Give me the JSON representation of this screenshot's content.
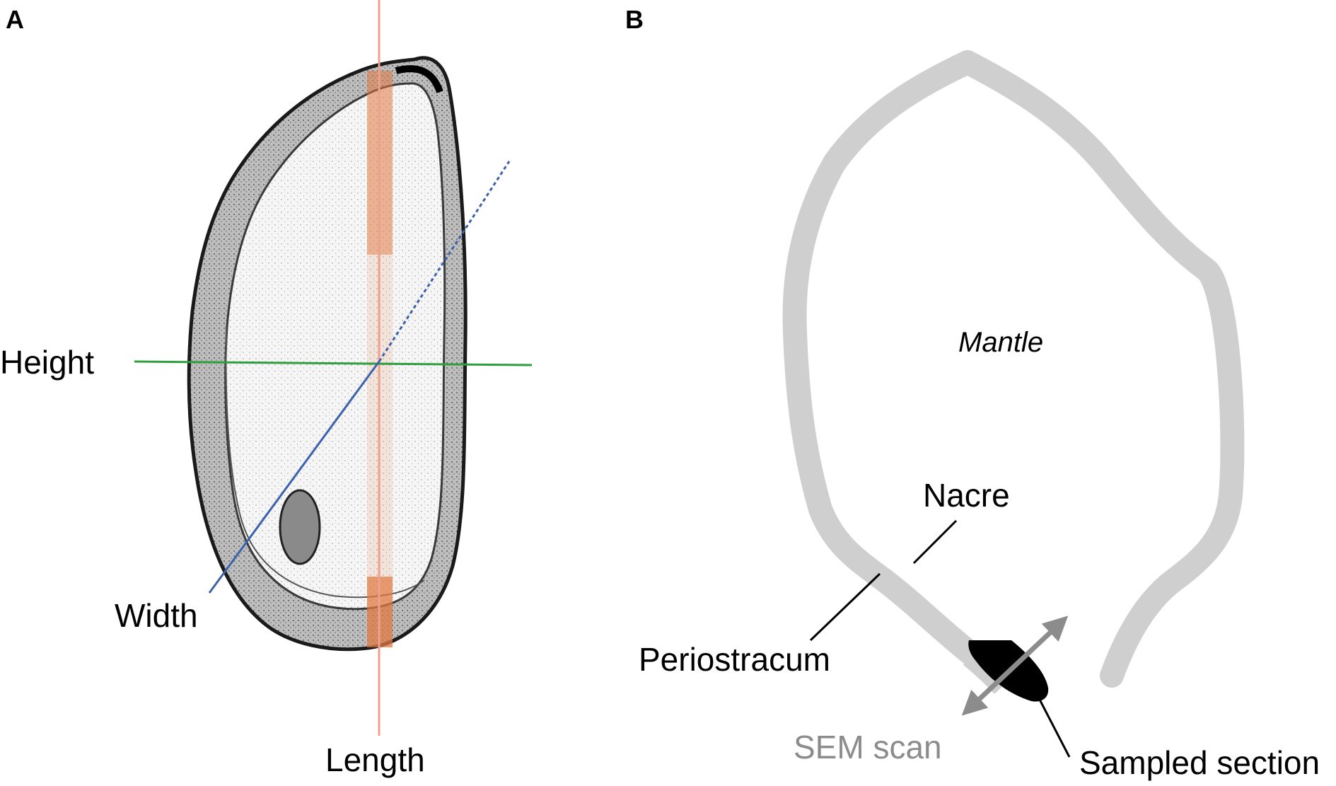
{
  "panel_a": {
    "letter": "A",
    "labels": {
      "height": "Height",
      "width": "Width",
      "length": "Length"
    },
    "colors": {
      "height_line": "#2e9e3e",
      "width_line": "#3d62ad",
      "length_line": "#f0a090",
      "sample_band": "#e07a40",
      "shell_outline": "#1a1a1a"
    }
  },
  "panel_b": {
    "letter": "B",
    "labels": {
      "mantle": "Mantle",
      "nacre": "Nacre",
      "periostracum": "Periostracum",
      "sem_scan": "SEM scan",
      "sampled_section": "Sampled section"
    },
    "colors": {
      "shell_section": "#cfcfcf",
      "sampled_section": "#000000",
      "sem_arrow": "#8c8c8c"
    }
  }
}
